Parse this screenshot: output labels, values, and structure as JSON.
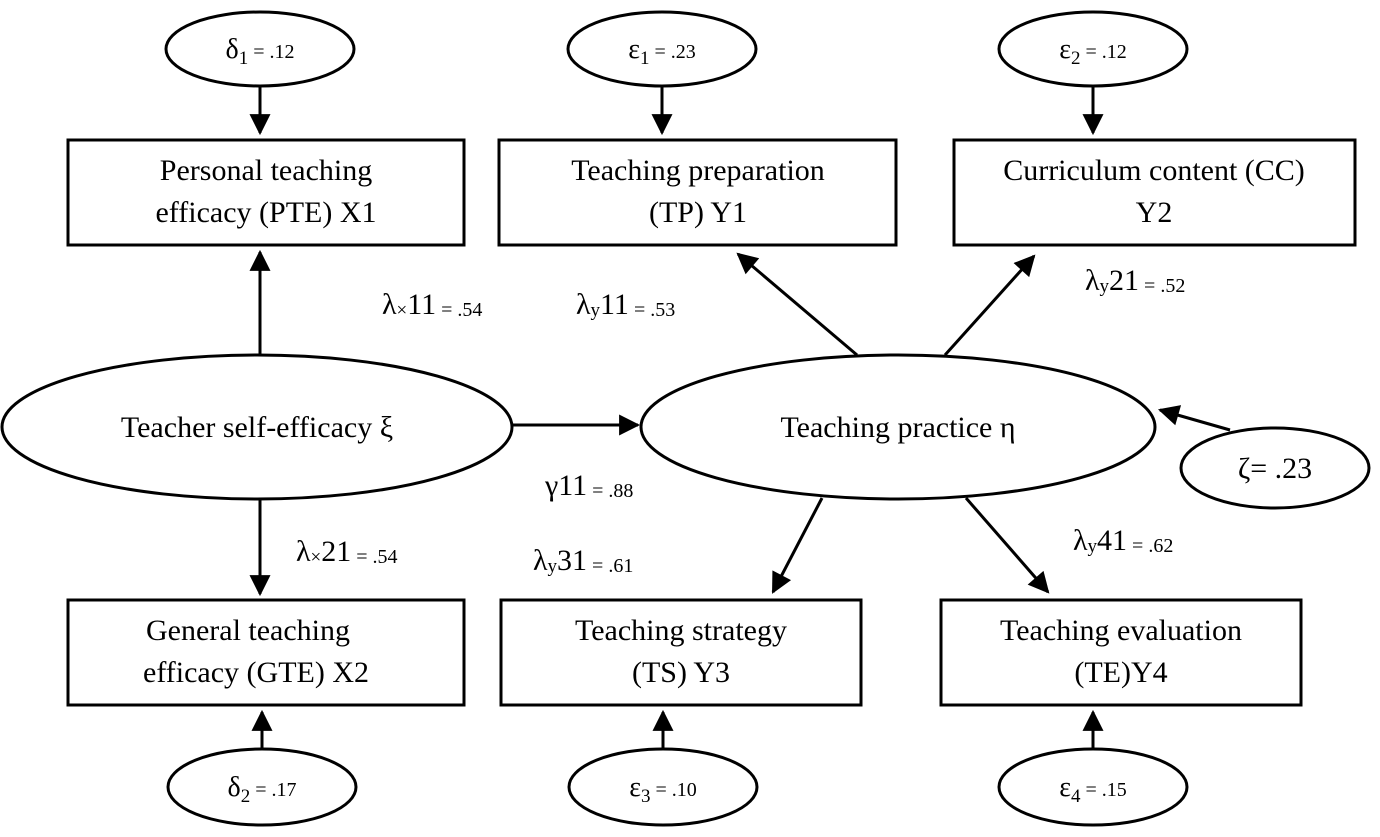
{
  "nodes": {
    "pte": {
      "line1": "Personal teaching",
      "line2": "efficacy (PTE) X1"
    },
    "tp": {
      "line1": "Teaching preparation",
      "line2": "(TP) Y1"
    },
    "cc": {
      "line1": "Curriculum content (CC)",
      "line2": "Y2"
    },
    "gte": {
      "line1": "General teaching",
      "line2": "efficacy (GTE) X2"
    },
    "ts": {
      "line1": "Teaching strategy",
      "line2": "(TS) Y3"
    },
    "te": {
      "line1": "Teaching evaluation",
      "line2": "(TE)Y4"
    },
    "xi": {
      "label": "Teacher self-efficacy ξ"
    },
    "eta": {
      "label": "Teaching practice η"
    }
  },
  "errors": {
    "d1": {
      "sym": "δ",
      "sub": "1",
      "val": " = .12"
    },
    "e1": {
      "sym": "ε",
      "sub": "1",
      "val": " = .23"
    },
    "e2": {
      "sym": "ε",
      "sub": "2",
      "val": " = .12"
    },
    "d2": {
      "sym": "δ",
      "sub": "2",
      "val": " = .17"
    },
    "e3": {
      "sym": "ε",
      "sub": "3",
      "val": " = .10"
    },
    "e4": {
      "sym": "ε",
      "sub": "4",
      "val": " = .15"
    },
    "zeta": {
      "label": "ζ= .23"
    }
  },
  "coefficients": {
    "lx11": {
      "sym": "λ",
      "sub": "×",
      "idx": "11",
      "val": " = .54"
    },
    "ly11": {
      "sym": "λ",
      "sub": "y",
      "idx": "11",
      "val": " = .53"
    },
    "ly21": {
      "sym": "λ",
      "sub": "y",
      "idx": "21",
      "val": " = .52"
    },
    "g11": {
      "sym": "γ",
      "idx": "11",
      "val": " = .88"
    },
    "lx21": {
      "sym": "λ",
      "sub": "×",
      "idx": "21",
      "val": " = .54"
    },
    "ly31": {
      "sym": "λ",
      "sub": "y",
      "idx": "31",
      "val": " = .61"
    },
    "ly41": {
      "sym": "λ",
      "sub": "y",
      "idx": "41",
      "val": " = .62"
    }
  }
}
